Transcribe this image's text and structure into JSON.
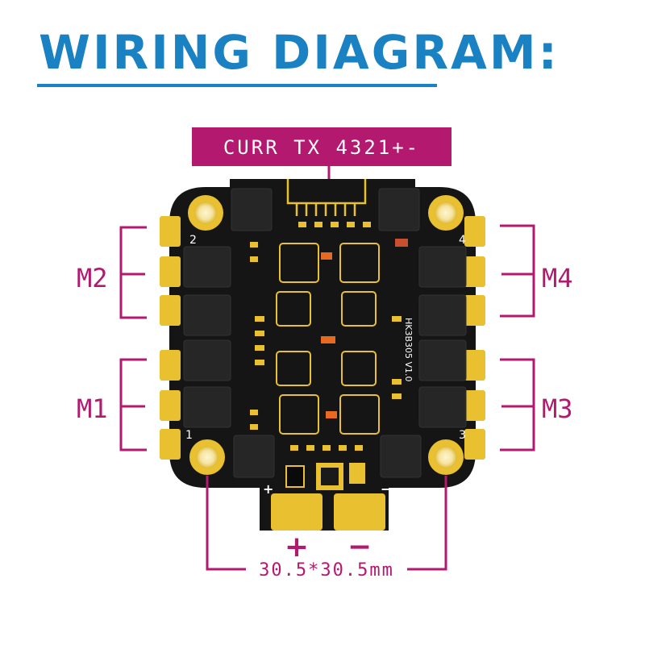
{
  "title": "WIRING DIAGRAM:",
  "connector_label": "CURR TX 4321+-",
  "motor_labels": {
    "m1": "M1",
    "m2": "M2",
    "m3": "M3",
    "m4": "M4"
  },
  "corner_numbers": {
    "c1": "1",
    "c2": "2",
    "c3": "3",
    "c4": "4"
  },
  "board_text": "HK3B305 V1.0",
  "power": {
    "positive": "+",
    "negative": "−",
    "silk_positive": "+",
    "silk_negative": "−"
  },
  "dimension_label": "30.5*30.5mm",
  "colors": {
    "title": "#1a82c3",
    "annotation": "#b3196f",
    "board": "#151515",
    "pad_gold": "#e8c030",
    "mosfet": "#262626"
  }
}
